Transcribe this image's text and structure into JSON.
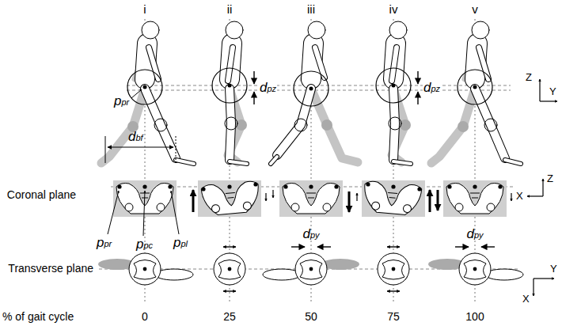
{
  "diagram": {
    "labels": [
      "i",
      "ii",
      "iii",
      "iv",
      "v",
      "ppr",
      "dpz",
      "dbf",
      "dpz",
      "Z",
      "Y",
      "Coronal plane",
      "Z",
      "X",
      "ppr",
      "ppc",
      "ppl",
      "Transverse plane",
      "dpy",
      "dpy",
      "Y",
      "X",
      "% of gait cycle",
      "0",
      "25",
      "50",
      "75",
      "100"
    ]
  }
}
